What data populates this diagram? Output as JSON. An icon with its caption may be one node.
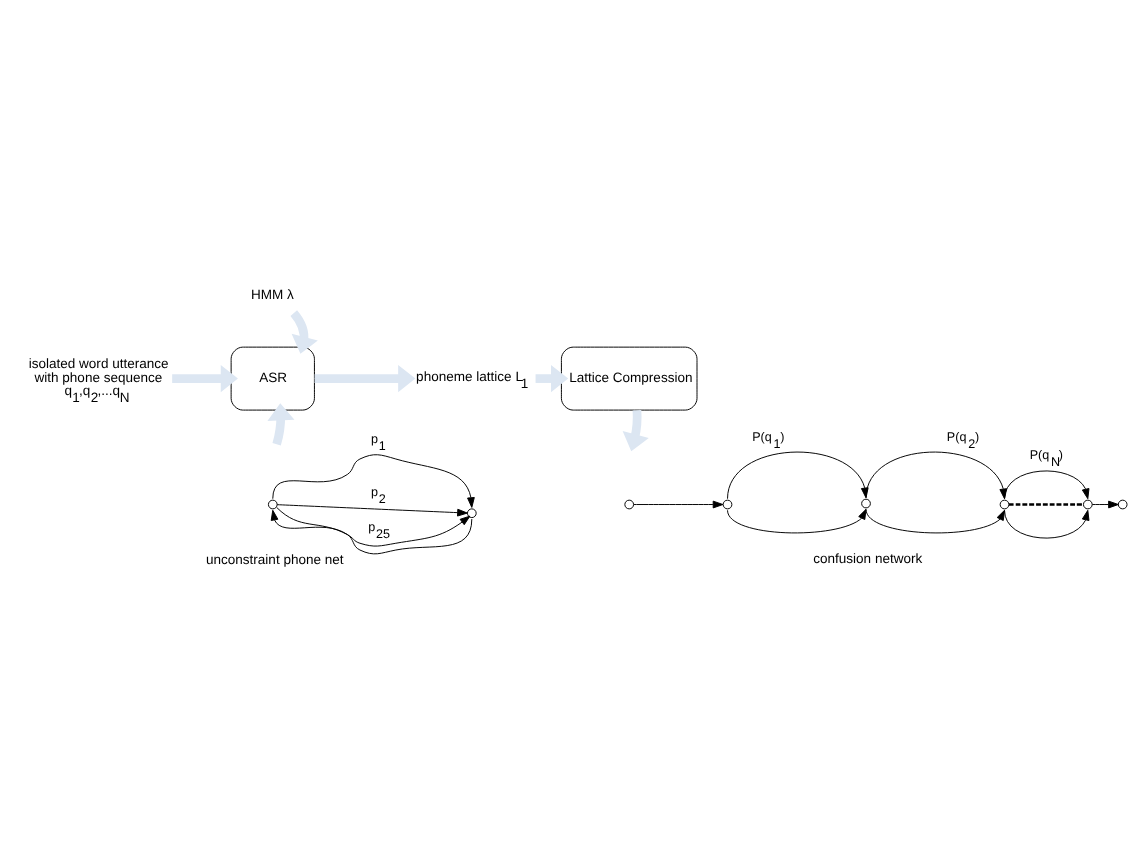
{
  "diagram": {
    "nodes": [
      {
        "text": [
          "HMM λ"
        ]
      },
      {
        "text": [
          "isolated word utterance with phone sequence q$_{1}$,q$_{2}$,...q$_{N}$"
        ]
      },
      {
        "text": [
          "ASR"
        ]
      },
      {
        "text": [
          "phoneme lattice L$_{1}$"
        ]
      },
      {
        "text": [
          "Lattice Compression"
        ]
      },
      {
        "text": [],
        "shape": "circle"
      },
      {
        "text": [],
        "shape": "circle"
      },
      {
        "text": [],
        "shape": "circle"
      },
      {
        "text": [],
        "shape": "circle"
      },
      {
        "text": [],
        "shape": "circle"
      },
      {
        "text": [],
        "shape": "circle"
      },
      {
        "text": [],
        "shape": "circle"
      },
      {
        "text": [],
        "shape": "circle"
      }
    ],
    "edges": [
      {
        "from": 0,
        "to": 2,
        "arrow": "to",
        "style": "thick",
        "color": "#dce6f2"
      },
      {
        "from": 1,
        "to": 2,
        "arrow": "to",
        "style": "thick",
        "color": "#dce6f2"
      },
      {
        "from": null,
        "to": 2,
        "arrow": "to",
        "style": "thick",
        "color": "#dce6f2"
      },
      {
        "from": 2,
        "to": 3,
        "arrow": "to",
        "style": "thick",
        "color": "#dce6f2"
      },
      {
        "from": 3,
        "to": 4,
        "arrow": "to",
        "style": "thick",
        "color": "#dce6f2"
      },
      {
        "from": 4,
        "to": null,
        "arrow": "to",
        "style": "thick",
        "color": "#dce6f2"
      },
      {
        "from": 5,
        "to": 6,
        "arrow": "to",
        "label": "p$_{1}$"
      },
      {
        "from": 5,
        "to": 6,
        "arrow": "to",
        "label": "p$_{2}$"
      },
      {
        "from": 5,
        "to": 6,
        "arrow": "to",
        "label": "p$_{25}$"
      },
      {
        "from": 6,
        "to": 5,
        "arrow": "to"
      },
      {
        "from": 7,
        "to": 8,
        "arrow": "to"
      },
      {
        "from": 8,
        "to": 9,
        "arrow": "to",
        "label": "P(q$_{1}$)"
      },
      {
        "from": 8,
        "to": 9,
        "arrow": "to"
      },
      {
        "from": 9,
        "to": 10,
        "arrow": "to",
        "label": "P(q$_{2}$)"
      },
      {
        "from": 9,
        "to": 10,
        "arrow": "to"
      },
      {
        "from": 10,
        "to": 11,
        "arrow": "none",
        "style": "dashed"
      },
      {
        "from": 10,
        "to": 11,
        "arrow": "to",
        "label": "P(q$_{N}$)"
      },
      {
        "from": 10,
        "to": 11,
        "arrow": "to"
      },
      {
        "from": 11,
        "to": 12,
        "arrow": "to"
      }
    ],
    "labels": [
      "unconstraint phone net",
      "confusion network"
    ]
  }
}
